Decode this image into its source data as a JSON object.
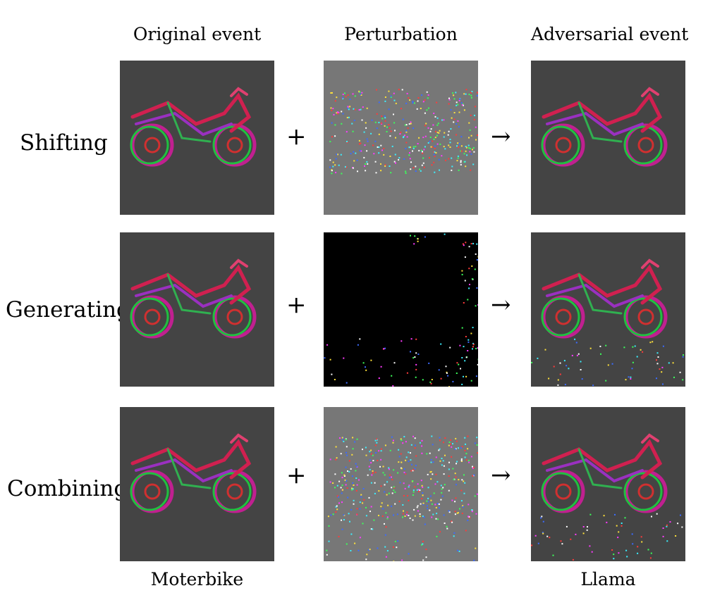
{
  "column_headers": {
    "original": "Original event",
    "perturbation": "Perturbation",
    "adversarial": "Adversarial event"
  },
  "rows": [
    {
      "label": "Shifting",
      "plus": "+",
      "arrow": "→"
    },
    {
      "label": "Generating",
      "plus": "+",
      "arrow": "→"
    },
    {
      "label": "Combining",
      "plus": "+",
      "arrow": "→"
    }
  ],
  "captions": {
    "original_class": "Moterbike",
    "adversarial_class": "Llama"
  },
  "colors": {
    "event_background": "#444444",
    "shift_perturbation_background": "#777777",
    "generate_perturbation_background": "#000000",
    "combine_perturbation_background": "#777777"
  }
}
